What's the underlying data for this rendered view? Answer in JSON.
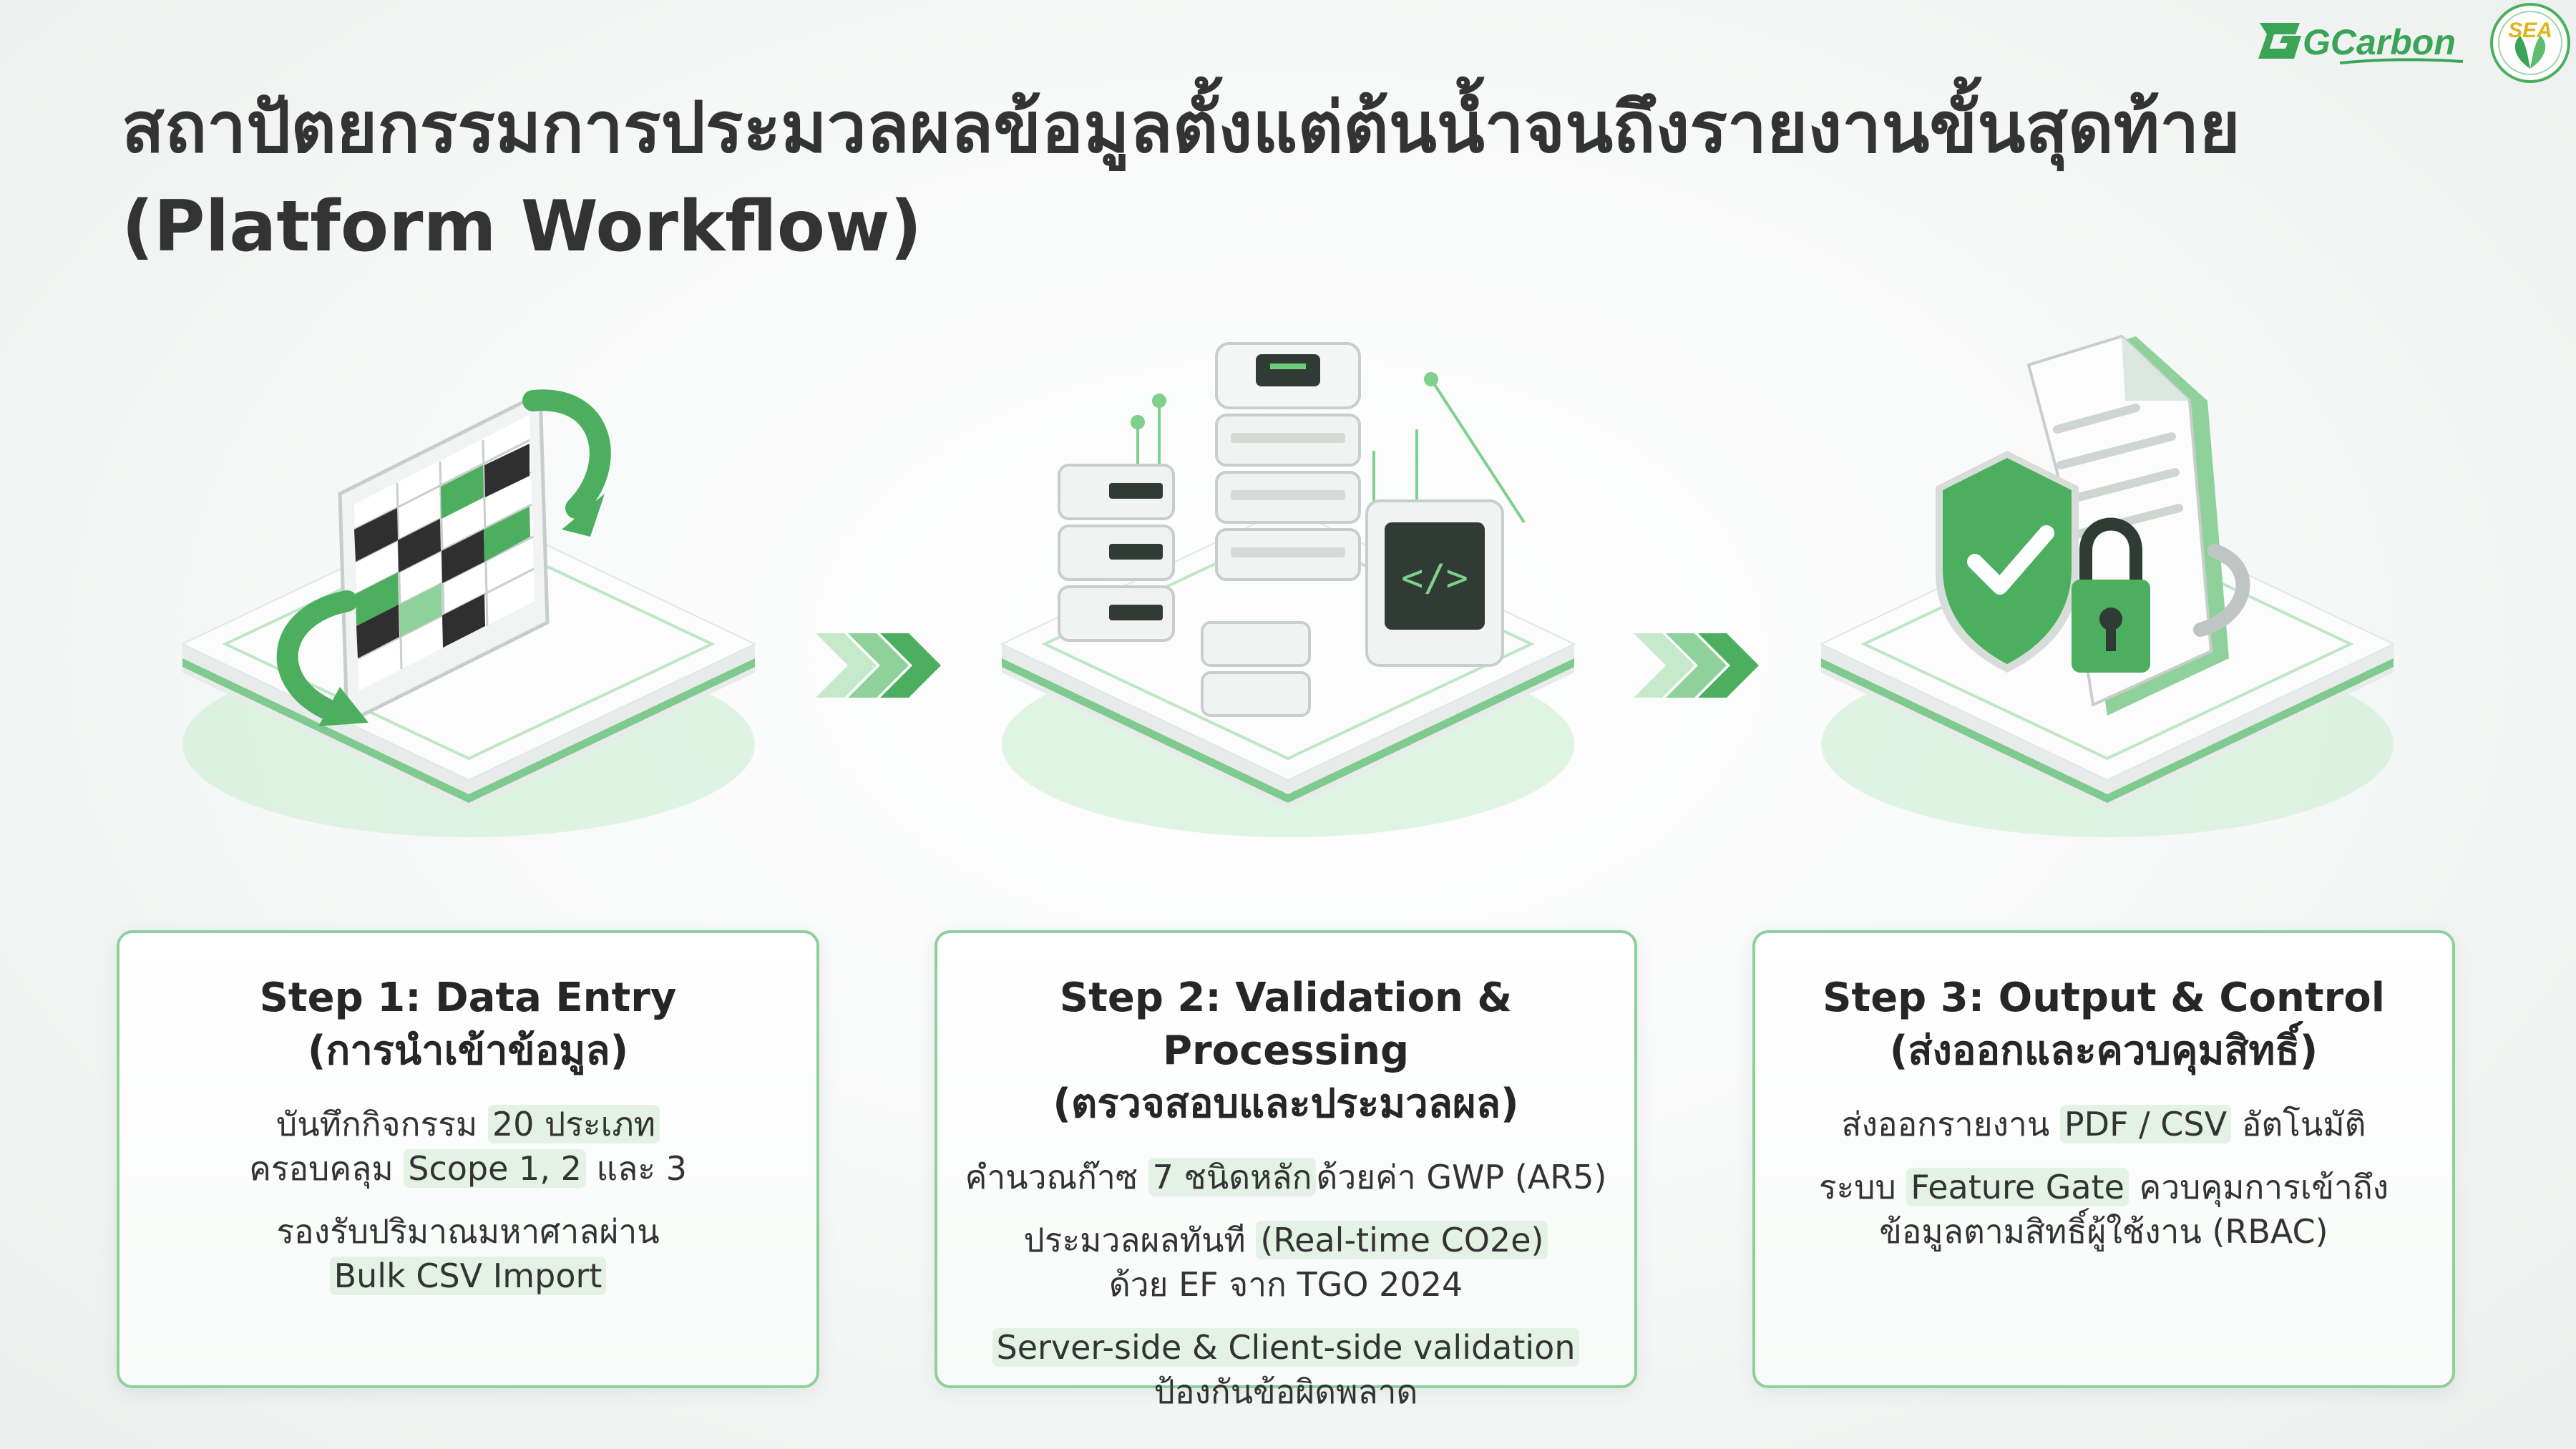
{
  "title": {
    "line1": "สถาปัตยกรรมการประมวลผลข้อมูลตั้งแต่ต้นน้ำจนถึงรายงานขั้นสุดท้าย",
    "line2": "(Platform Workflow)"
  },
  "logos": {
    "brand": "GCarbon",
    "sea": "SEA"
  },
  "colors": {
    "accent_green": "#4caf60",
    "light_green": "#8fcf9c",
    "highlight_bg": "#e3f2e5"
  },
  "steps": [
    {
      "title_en": "Step 1: Data Entry",
      "title_th": "(การนำเข้าข้อมูล)",
      "icon": "spreadsheet-cycle-icon",
      "l1a": "บันทึกกิจกรรม ",
      "l1b": "20 ประเภท",
      "l2a": "ครอบคลุม ",
      "l2b": "Scope 1, 2",
      "l2c": " และ 3",
      "l3a": "รองรับปริมาณมหาศาลผ่าน",
      "l3b": "Bulk CSV Import"
    },
    {
      "title_en": "Step 2: Validation & Processing",
      "title_th": "(ตรวจสอบและประมวลผล)",
      "icon": "server-stack-icon",
      "l1a": "คำนวณก๊าซ ",
      "l1b": "7 ชนิดหลัก",
      "l1c": "ด้วยค่า GWP (AR5)",
      "l2a": "ประมวลผลทันที ",
      "l2b": "(Real-time CO2e)",
      "l2c": "ด้วย EF จาก TGO 2024",
      "l3a": "Server-side & Client-side validation",
      "l3b": "ป้องกันข้อผิดพลาด"
    },
    {
      "title_en": "Step 3: Output & Control",
      "title_th": "(ส่งออกและควบคุมสิทธิ์)",
      "icon": "shield-document-lock-icon",
      "l1a": "ส่งออกรายงาน ",
      "l1b": "PDF / CSV",
      "l1c": " อัตโนมัติ",
      "l2a": "ระบบ ",
      "l2b": "Feature Gate",
      "l2c": " ควบคุมการเข้าถึง",
      "l2d": "ข้อมูลตามสิทธิ์ผู้ใช้งาน (RBAC)"
    }
  ]
}
